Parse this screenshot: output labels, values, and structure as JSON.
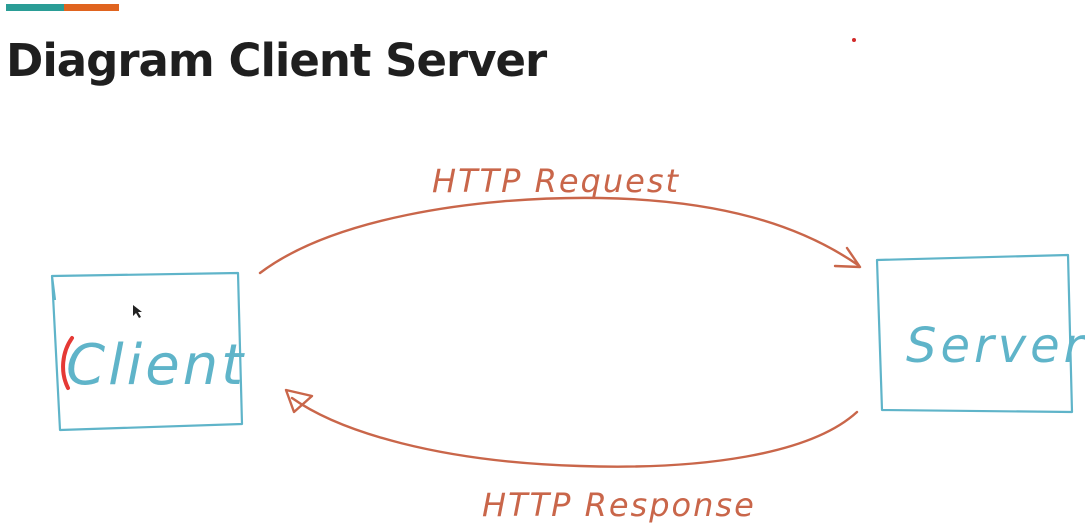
{
  "slide": {
    "title": "Diagram Client Server"
  },
  "diagram": {
    "nodes": {
      "client": "Client",
      "server": "Server"
    },
    "edges": {
      "request": "HTTP Request",
      "response": "HTTP Response"
    }
  },
  "colors": {
    "accent_teal": "#2a9d96",
    "accent_orange": "#e0641f",
    "box_stroke": "#5fb4c9",
    "arrow_stroke": "#c9664a",
    "title_text": "#1f1f1f"
  }
}
